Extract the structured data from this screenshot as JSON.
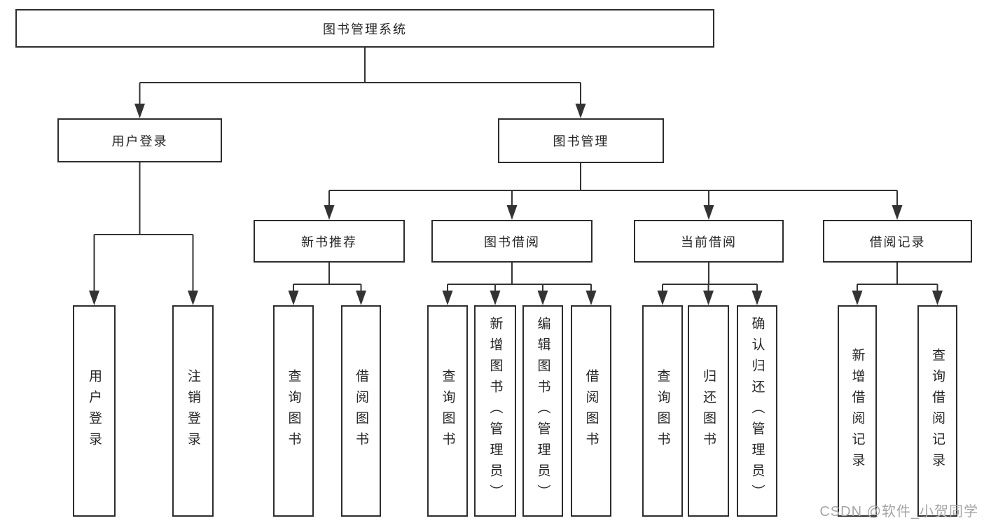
{
  "diagram_title": "图书管理系统",
  "tree": {
    "label": "图书管理系统",
    "children": [
      {
        "label": "用户登录",
        "children": [
          {
            "label": "用户登录"
          },
          {
            "label": "注销登录"
          }
        ]
      },
      {
        "label": "图书管理",
        "children": [
          {
            "label": "新书推荐",
            "children": [
              {
                "label": "查询图书"
              },
              {
                "label": "借阅图书"
              }
            ]
          },
          {
            "label": "图书借阅",
            "children": [
              {
                "label": "查询图书"
              },
              {
                "label": "新增图书（管理员）"
              },
              {
                "label": "编辑图书（管理员）"
              },
              {
                "label": "借阅图书"
              }
            ]
          },
          {
            "label": "当前借阅",
            "children": [
              {
                "label": "查询图书"
              },
              {
                "label": "归还图书"
              },
              {
                "label": "确认归还（管理员）"
              }
            ]
          },
          {
            "label": "借阅记录",
            "children": [
              {
                "label": "新增借阅记录"
              },
              {
                "label": "查询借阅记录"
              }
            ]
          }
        ]
      }
    ]
  },
  "watermark": {
    "text": "CSDN @软件_小贺同学"
  },
  "colors": {
    "background": "#ffffff",
    "line": "#333333",
    "box_border": "#2d2d2d",
    "text": "#262626",
    "watermark": "#a6a6a6"
  }
}
